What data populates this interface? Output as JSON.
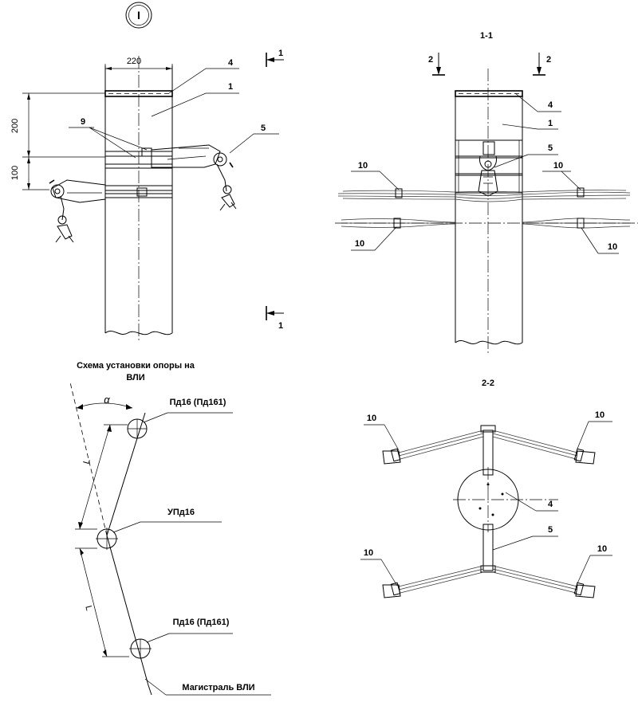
{
  "view_marker": "I",
  "section_labels": {
    "section_1_1": "1-1",
    "section_2_2": "2-2",
    "cut_1": "1",
    "cut_2": "2"
  },
  "dimensions": {
    "width_220": "220",
    "height_200": "200",
    "height_100": "100"
  },
  "callouts": {
    "c1": "1",
    "c4": "4",
    "c5": "5",
    "c9": "9",
    "c10": "10"
  },
  "scheme": {
    "title_line1": "Схема установки опоры на",
    "title_line2": "ВЛИ",
    "alpha": "α",
    "span": "L",
    "support_top": "Пд16 (Пд161)",
    "support_mid": "УПд16",
    "support_bottom": "Пд16 (Пд161)",
    "mainline": "Магистраль ВЛИ"
  }
}
